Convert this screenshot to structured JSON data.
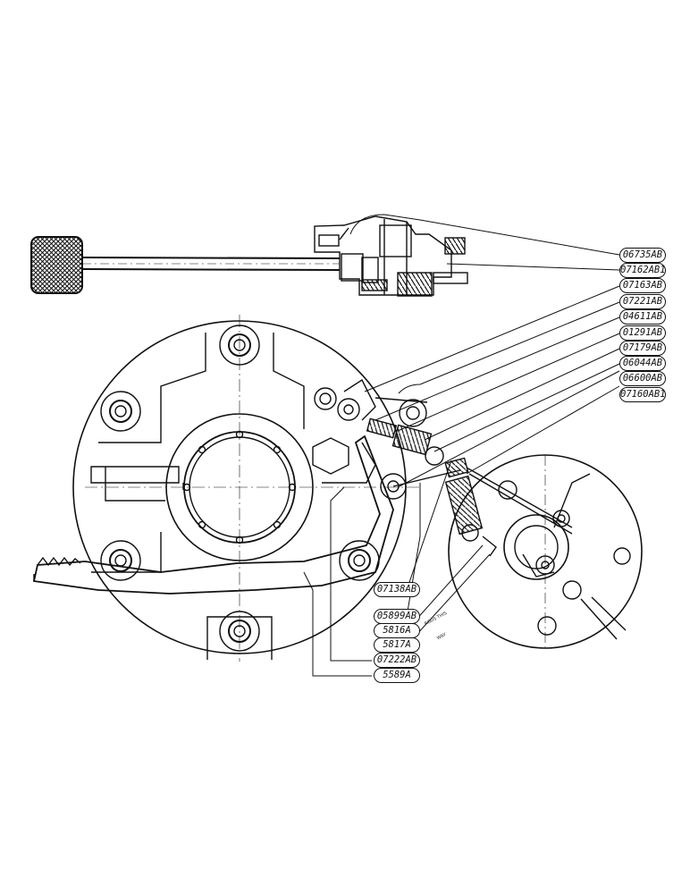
{
  "colors": {
    "ink": "#111111",
    "paper": "#ffffff"
  },
  "parts_right": [
    "06735AB",
    "07162AB1",
    "07163AB",
    "07221AB",
    "04611AB",
    "01291AB",
    "07179AB",
    "06044AB",
    "06600AB",
    "07160AB1"
  ],
  "parts_bottom": [
    "07138AB",
    "05899AB",
    "5816A",
    "5817A",
    "07222AB",
    "5589A"
  ],
  "notes": {
    "line1": "RODS THIS",
    "line2": "WAY"
  }
}
